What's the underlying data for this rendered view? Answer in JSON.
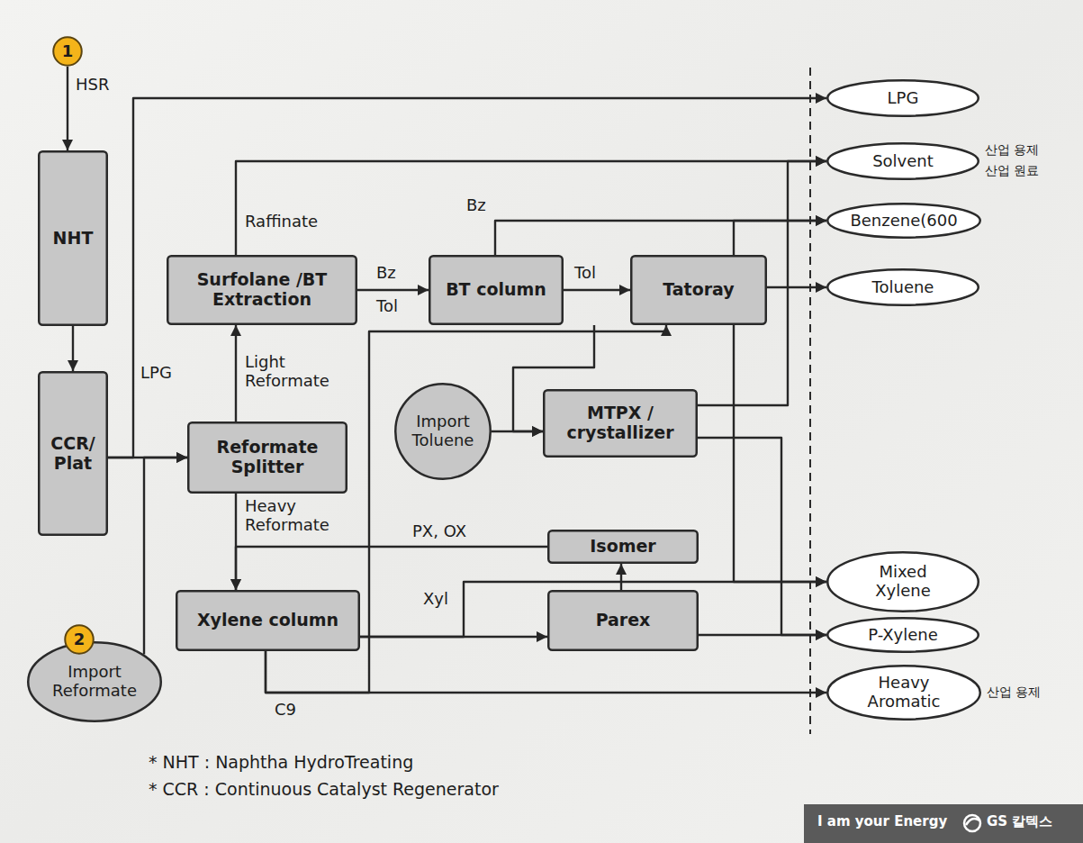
{
  "diagram": {
    "nodes": [
      {
        "text": [
          "1"
        ]
      },
      {
        "text": [
          "LPG"
        ]
      },
      {
        "text": [
          "Solvent"
        ]
      },
      {
        "text": [
          "Benzene(600"
        ]
      },
      {
        "text": [
          "Toluene"
        ]
      },
      {
        "text": [
          "NHT"
        ]
      },
      {
        "text": [
          "Surfolane /BT Extraction"
        ]
      },
      {
        "text": [
          "BT column"
        ]
      },
      {
        "text": [
          "Tatoray"
        ]
      },
      {
        "text": [
          "Import Toluene"
        ]
      },
      {
        "text": [
          "MTPX / crystallizer"
        ]
      },
      {
        "text": [
          "CCR/ Plat"
        ]
      },
      {
        "text": [
          "Reformate Splitter"
        ]
      },
      {
        "text": [
          "Isomer"
        ]
      },
      {
        "text": [
          "Mixed Xylene"
        ]
      },
      {
        "text": [
          "Xylene column"
        ]
      },
      {
        "text": [
          "Parex"
        ]
      },
      {
        "text": [
          "P-Xylene"
        ]
      },
      {
        "text": [
          "2"
        ]
      },
      {
        "text": [
          "Import Reformate"
        ]
      },
      {
        "text": [
          "Heavy Aromatic"
        ]
      }
    ],
    "edges": [
      {
        "from": 0,
        "to": 5,
        "arrow": "to",
        "label": "HSR"
      },
      {
        "from": 5,
        "to": 11,
        "arrow": "to"
      },
      {
        "from": 11,
        "to": 1,
        "arrow": "to",
        "label": "LPG"
      },
      {
        "from": 11,
        "to": 12,
        "arrow": "to"
      },
      {
        "from": 19,
        "to": 12,
        "arrow": "to"
      },
      {
        "from": 12,
        "to": 6,
        "arrow": "to",
        "label": "Light Reformate"
      },
      {
        "from": 12,
        "to": 15,
        "arrow": "to",
        "label": "Heavy Reformate"
      },
      {
        "from": 6,
        "to": 2,
        "arrow": "to",
        "label": "Raffinate"
      },
      {
        "from": 6,
        "to": 7,
        "arrow": "to",
        "label": "Bz"
      },
      {
        "from": 7,
        "to": 3,
        "arrow": "to",
        "label": "Bz"
      },
      {
        "from": 7,
        "to": 8,
        "arrow": "to",
        "label": "Tol"
      },
      {
        "from": 7,
        "to": 10,
        "arrow": "to"
      },
      {
        "from": 8,
        "to": 4,
        "arrow": "to"
      },
      {
        "from": 8,
        "to": 3,
        "arrow": "to"
      },
      {
        "from": 8,
        "to": 14,
        "arrow": "to"
      },
      {
        "from": 9,
        "to": 10,
        "arrow": "to"
      },
      {
        "from": 10,
        "to": 2,
        "arrow": "to"
      },
      {
        "from": 10,
        "to": 17,
        "arrow": "to"
      },
      {
        "from": 15,
        "to": 16,
        "arrow": "to"
      },
      {
        "from": 15,
        "to": 14,
        "arrow": "to",
        "label": "Xyl"
      },
      {
        "from": 16,
        "to": 13,
        "arrow": "to"
      },
      {
        "from": 16,
        "to": 17,
        "arrow": "to"
      },
      {
        "from": 13,
        "to": 15,
        "arrow": "to",
        "label": "PX, OX"
      },
      {
        "from": 15,
        "to": 20,
        "arrow": "to",
        "label": "C9"
      },
      {
        "from": 15,
        "to": 8,
        "arrow": "to"
      }
    ],
    "labels": [
      "Tol",
      "산업 용제",
      "산업 원료",
      "산업 용제",
      "* NHT : Naphtha HydroTreating",
      "* CCR : Continuous Catalyst Regenerator",
      "I am your Energy",
      "GS 칼텍스"
    ]
  }
}
